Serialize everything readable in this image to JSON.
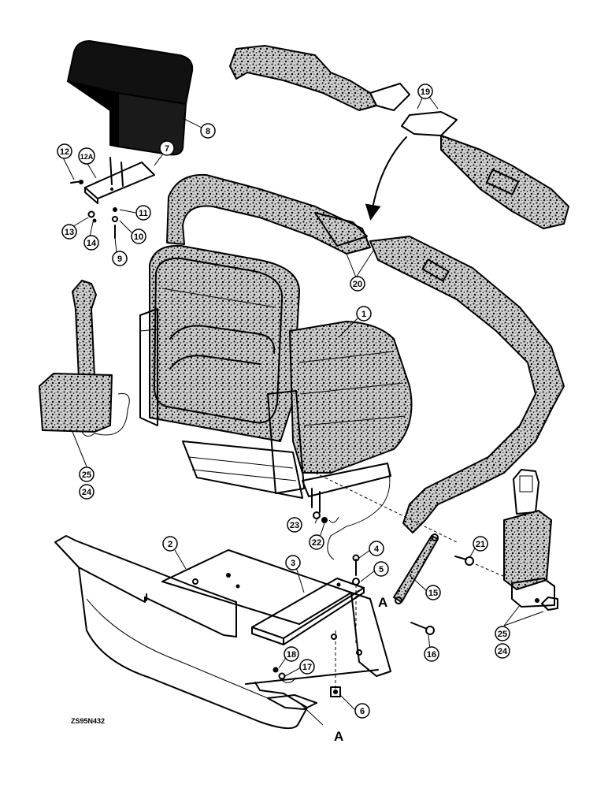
{
  "drawing_code": "ZS95N432",
  "section_letters": [
    {
      "id": "mark-a-left",
      "text": "A"
    },
    {
      "id": "mark-a-bottom",
      "text": "A"
    }
  ],
  "callouts": {
    "c1": "1",
    "c2": "2",
    "c3": "3",
    "c4": "4",
    "c5": "5",
    "c6": "6",
    "c7": "7",
    "c8": "8",
    "c9": "9",
    "c10": "10",
    "c11": "11",
    "c12": "12",
    "c12a": "12A",
    "c13": "13",
    "c14": "14",
    "c15": "15",
    "c16": "16",
    "c17": "17",
    "c18": "18",
    "c19": "19",
    "c20": "20",
    "c21": "21",
    "c22": "22",
    "c23": "23",
    "c24a": "24",
    "c25a": "25",
    "c24b": "24",
    "c25b": "25"
  }
}
